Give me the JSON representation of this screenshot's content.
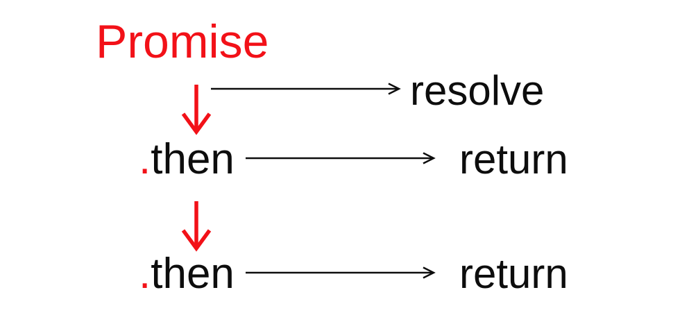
{
  "colors": {
    "red": "#f21118",
    "black": "#0d0d0d",
    "background": "#ffffff"
  },
  "diagram": {
    "title": "Promise",
    "rows": [
      {
        "result": "resolve"
      },
      {
        "dot": ".",
        "method": "then",
        "result": "return"
      },
      {
        "dot": ".",
        "method": "then",
        "result": "return"
      }
    ]
  }
}
